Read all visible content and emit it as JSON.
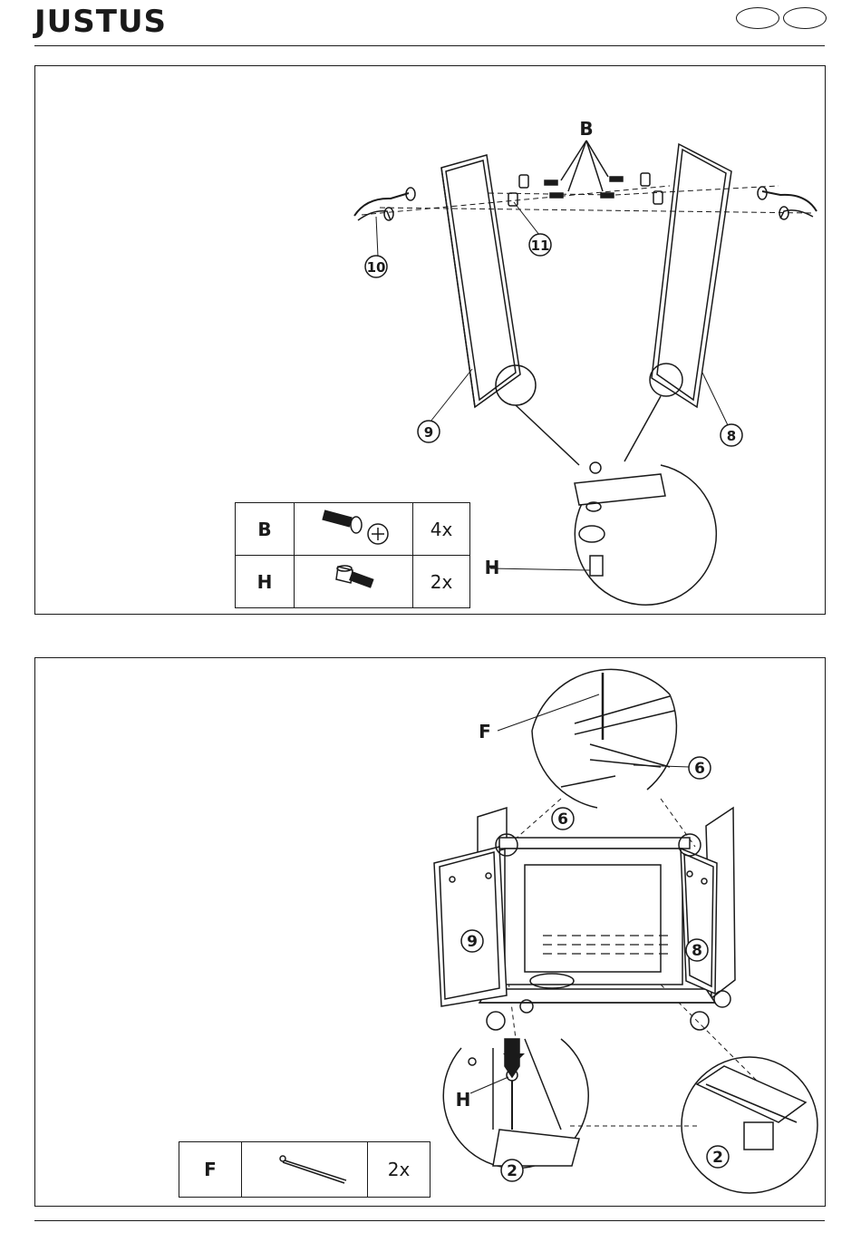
{
  "header": {
    "brand": "JUSTUS"
  },
  "step1": {
    "callouts": {
      "b": "B",
      "h": "H"
    },
    "numbers": {
      "n8": "8",
      "n9": "9",
      "n10": "10",
      "n11": "11"
    },
    "parts": [
      {
        "code": "B",
        "qty": "4x",
        "icon": "bolt-with-phillips-head-icon"
      },
      {
        "code": "H",
        "qty": "2x",
        "icon": "leveling-foot-icon"
      }
    ]
  },
  "step2": {
    "callouts": {
      "f": "F",
      "h": "H"
    },
    "numbers": {
      "n6a": "6",
      "n6b": "6",
      "n8": "8",
      "n9": "9",
      "n2a": "2",
      "n2b": "2"
    },
    "parts": [
      {
        "code": "F",
        "qty": "2x",
        "icon": "hinge-pin-icon"
      }
    ]
  }
}
